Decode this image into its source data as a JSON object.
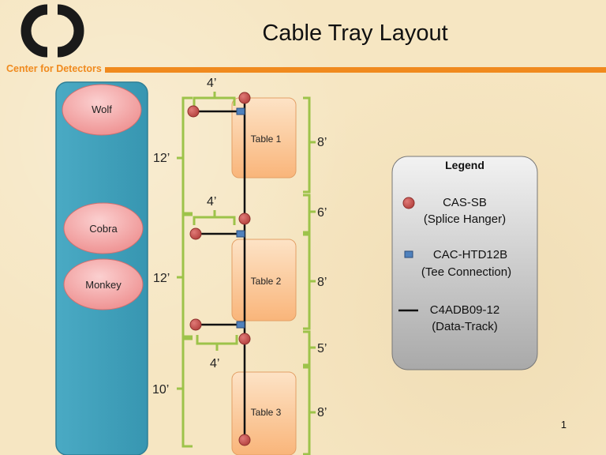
{
  "header": {
    "title": "Cable Tray Layout",
    "logo_label": "Center for Detectors",
    "logo_color": "#1a1a1a",
    "accent_color": "#f08a1e"
  },
  "detectors": [
    {
      "label": "Wolf"
    },
    {
      "label": "Cobra"
    },
    {
      "label": "Monkey"
    }
  ],
  "tables": [
    {
      "label": "Table 1"
    },
    {
      "label": "Table 2"
    },
    {
      "label": "Table 3"
    }
  ],
  "dimensions": {
    "left": [
      "12’",
      "12’",
      "10’"
    ],
    "right": [
      "8’",
      "6’",
      "8’",
      "5’",
      "8’"
    ],
    "branch": [
      "4’",
      "4’",
      "4’"
    ]
  },
  "legend": {
    "title": "Legend",
    "items": [
      {
        "symbol": "red-circle",
        "name": "CAS-SB",
        "desc": "(Splice Hanger)"
      },
      {
        "symbol": "blue-square",
        "name": "CAC-HTD12B",
        "desc": "(Tee Connection)"
      },
      {
        "symbol": "black-line",
        "name": "C4ADB09-12",
        "desc": "(Data-Track)"
      }
    ]
  },
  "colors": {
    "detector_panel": "#3fa2bd",
    "detector_ellipse": "#f5a3a3",
    "table_fill": "#fbc48f",
    "bracket": "#9dc34a",
    "splice_hanger": "#c0504d",
    "tee_connection": "#4f81bd",
    "data_track": "#111111"
  },
  "page_number": "1"
}
